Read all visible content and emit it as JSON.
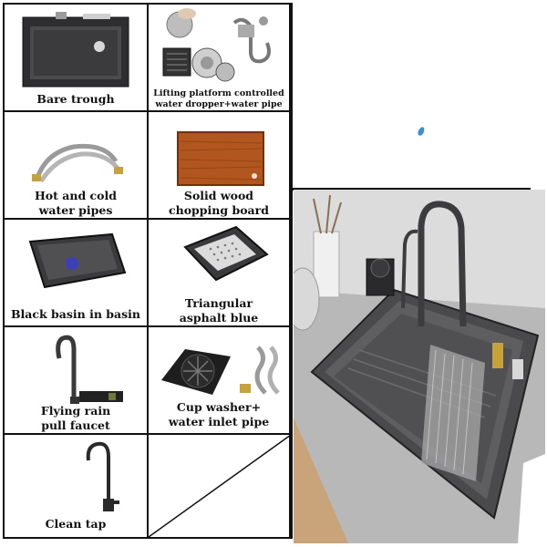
{
  "items": [
    {
      "label_lines": [
        "Bare trough"
      ]
    },
    {
      "label_lines": [
        "Lifting platform controlled",
        "water dropper+water pipe"
      ]
    },
    {
      "label_lines": [
        "Hot and cold",
        "water pipes"
      ]
    },
    {
      "label_lines": [
        "Solid wood",
        "chopping board"
      ]
    },
    {
      "label_lines": [
        "Black basin in basin"
      ]
    },
    {
      "label_lines": [
        "Triangular",
        "asphalt blue"
      ]
    },
    {
      "label_lines": [
        "Flying rain",
        "pull faucet"
      ]
    },
    {
      "label_lines": [
        "Cup washer+",
        "water inlet pipe"
      ]
    },
    {
      "label_lines": [
        "Clean tap"
      ]
    }
  ]
}
